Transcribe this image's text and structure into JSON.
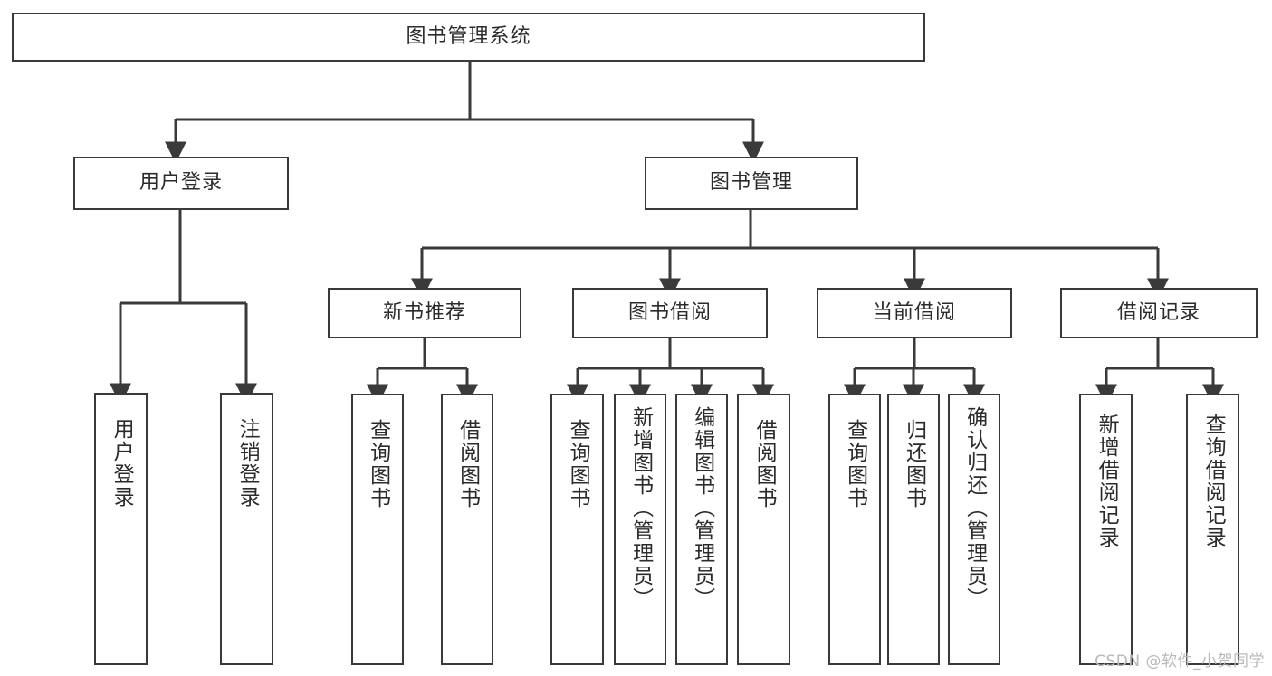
{
  "diagram": {
    "type": "tree",
    "title": "图书管理系统",
    "watermark": "CSDN @软件_小贺同学",
    "colors": {
      "stroke": "#3a3a3a",
      "text": "#2b2b2b",
      "background": "#ffffff",
      "watermark": "#b9b9b9"
    },
    "nodes": {
      "root": "图书管理系统",
      "user_login": "用户登录",
      "book_manage": "图书管理",
      "new_book_rec": "新书推荐",
      "book_borrow": "图书借阅",
      "current_borrow": "当前借阅",
      "borrow_record": "借阅记录",
      "leaf_user_login": "用户登录",
      "leaf_user_logout": "注销登录",
      "leaf_query_book_1": "查询图书",
      "leaf_borrow_book_1": "借阅图书",
      "leaf_query_book_2": "查询图书",
      "leaf_add_book": "新增图书（管理员）",
      "leaf_edit_book": "编辑图书（管理员）",
      "leaf_borrow_book_2": "借阅图书",
      "leaf_query_book_3": "查询图书",
      "leaf_return_book": "归还图书",
      "leaf_confirm_return": "确认归还（管理员）",
      "leaf_add_record": "新增借阅记录",
      "leaf_query_record": "查询借阅记录"
    }
  }
}
